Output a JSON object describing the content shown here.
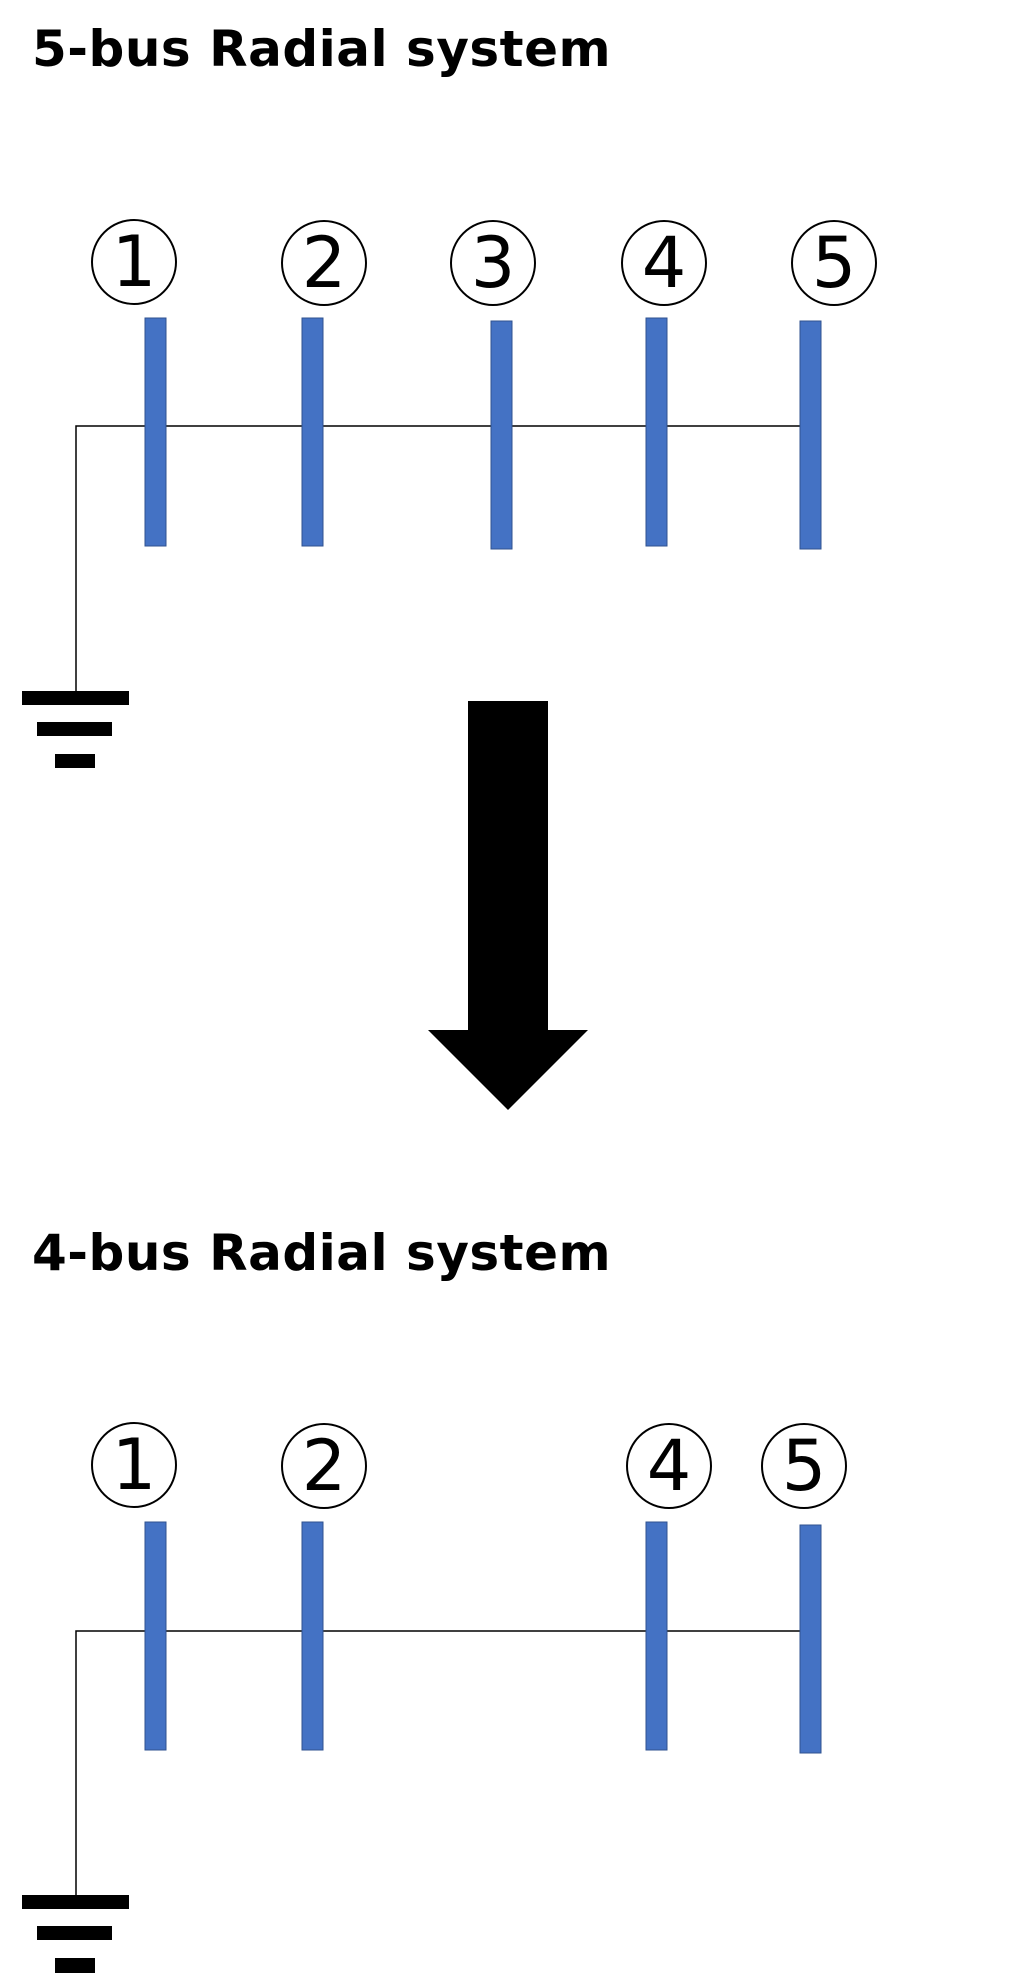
{
  "colors": {
    "bus_bar": "#4472C4",
    "bus_bar_border": "#2F528F",
    "line": "#000000",
    "background": "#ffffff"
  },
  "top_system": {
    "title": "5-bus Radial system",
    "buses": [
      {
        "id": "bus-1",
        "label": "1"
      },
      {
        "id": "bus-2",
        "label": "2"
      },
      {
        "id": "bus-3",
        "label": "3"
      },
      {
        "id": "bus-4",
        "label": "4"
      },
      {
        "id": "bus-5",
        "label": "5"
      }
    ],
    "ground_icon": "ground-icon"
  },
  "transition_icon": "down-arrow-icon",
  "bottom_system": {
    "title": "4-bus Radial system",
    "buses": [
      {
        "id": "bus-1",
        "label": "1"
      },
      {
        "id": "bus-2",
        "label": "2"
      },
      {
        "id": "bus-4",
        "label": "4"
      },
      {
        "id": "bus-5",
        "label": "5"
      }
    ],
    "ground_icon": "ground-icon"
  }
}
